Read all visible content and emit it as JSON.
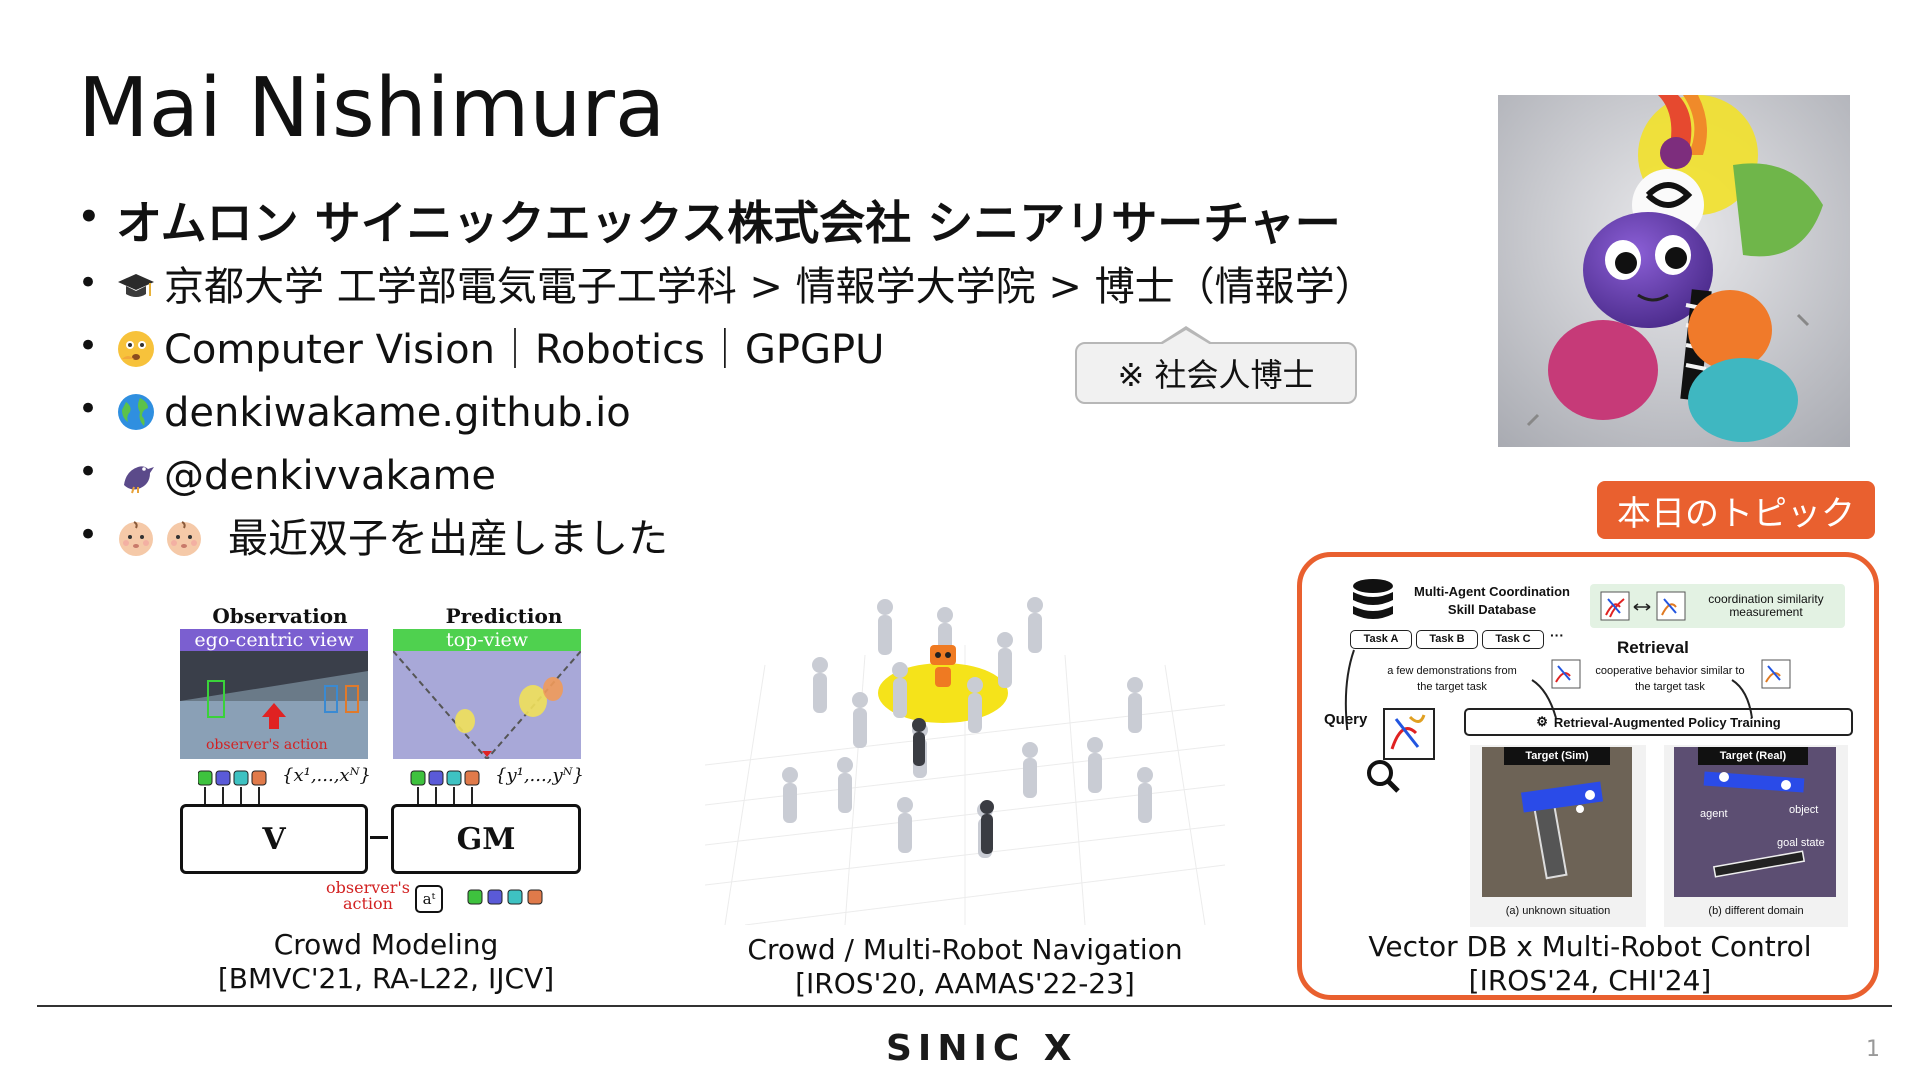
{
  "slide": {
    "title": "Mai Nishimura",
    "bullets": [
      {
        "text": "オムロン サイニックエックス株式会社 シニアリサーチャー"
      },
      {
        "emoji": "graduation-cap-icon",
        "text": "京都大学 工学部電気電子工学科 > 情報学大学院 > 博士（情報学）"
      },
      {
        "emoji": "thinking-face-icon",
        "text": "Computer Vision｜Robotics｜GPGPU"
      },
      {
        "emoji": "globe-icon",
        "text": "denkiwakame.github.io"
      },
      {
        "emoji": "bird-icon",
        "text": "@denkivvakame"
      },
      {
        "emoji": "baby-faces-icon",
        "text": "最近双子を出産しました"
      }
    ],
    "bullet_char": "•",
    "callout": "※ 社会人博士",
    "topic_label": "本日のトピック",
    "page_number": "1",
    "logo": "SINIC X"
  },
  "figures": {
    "crowd_modeling": {
      "obs_title": "Observation (τ)",
      "obs_sub": "ego-centric view",
      "pred_title": "Prediction (τ+1)",
      "pred_sub": "top-view",
      "observer_action": "observer's action",
      "x_seq": "{x¹,...,xᴺ}",
      "y_seq": "{y¹,...,yᴺ}",
      "box_v": "V",
      "box_gm": "GM",
      "observer_action2": "observer's action",
      "a_label": "aᵗ",
      "caption_line1": "Crowd Modeling",
      "caption_line2": "[BMVC'21, RA-L22, IJCV]"
    },
    "crowd_nav": {
      "caption_line1": "Crowd / Multi-Robot Navigation",
      "caption_line2": "[IROS'20, AAMAS'22-23]"
    },
    "vector_db": {
      "db_title": "Multi-Agent Coordination Skill Database",
      "similarity": "coordination similarity measurement",
      "tasks": [
        "Task A",
        "Task B",
        "Task C",
        "···"
      ],
      "retrieval": "Retrieval",
      "few_demos": "a few demonstrations from the target task",
      "coop": "cooperative behavior similar to the target task",
      "query": "Query",
      "rapt": "Retrieval-Augmented Policy Training",
      "target_sim": "Target (Sim)",
      "target_real": "Target (Real)",
      "agent": "agent",
      "object": "object",
      "goal_state": "goal state",
      "cap_a": "(a) unknown situation",
      "cap_b": "(b) different domain",
      "caption_line1": "Vector DB x Multi-Robot Control",
      "caption_line2": "[IROS'24, CHI'24]"
    }
  },
  "colors": {
    "accent": "#e9602f",
    "obs_banner": "#7b5fd0",
    "pred_banner": "#4fd14f",
    "red_text": "#d22222"
  }
}
